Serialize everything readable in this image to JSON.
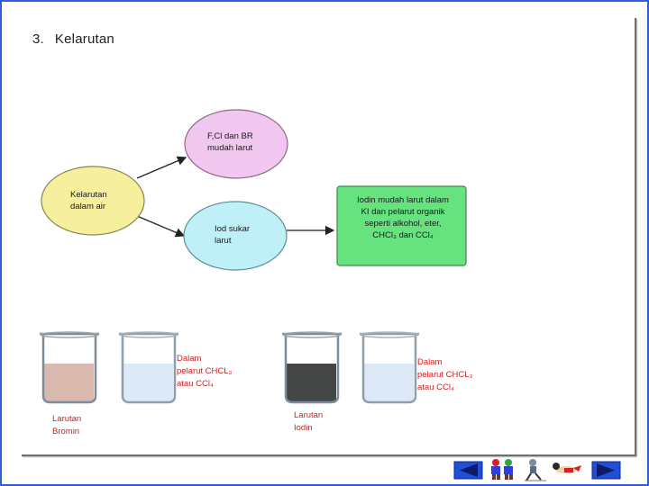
{
  "heading": {
    "number": "3.",
    "title": "Kelarutan"
  },
  "nodes": {
    "start": [
      "Kelarutan",
      "dalam air"
    ],
    "soluble": [
      "F,Cl dan BR",
      "mudah larut"
    ],
    "insoluble": [
      "Iod sukar",
      "larut"
    ],
    "result": [
      "Iodin mudah larut dalam",
      "KI dan pelarut organik",
      "seperti alkohol, eter,",
      "CHCl₃ dan CCl₄"
    ]
  },
  "beakers": [
    {
      "fill": "#d9b9ad",
      "caption": [
        "Larutan",
        "Bromin"
      ]
    },
    {
      "fill": "#dde9f7",
      "caption": [
        "Dalam",
        "pelarut CHCL₃",
        "atau CCl₄"
      ]
    },
    {
      "fill": "#454747",
      "caption": [
        "Larutan",
        "Iodin"
      ]
    },
    {
      "fill": "#dde9f7",
      "caption": [
        "Dalam",
        "pelarut CHCL₃",
        "atau CCl₄"
      ]
    }
  ],
  "colors": {
    "frame": "#2f5fd8",
    "start_node": "#f6ef9e",
    "soluble_node": "#f1c6ef",
    "insoluble_node": "#bff0f7",
    "result_node": "#66e27e",
    "caption": "#d02020",
    "nav": "#1f4fd6"
  },
  "nav": {
    "prev_icon": "left-arrow-icon",
    "next_icon": "right-arrow-icon",
    "decor_icons": [
      "mario-brothers-icon",
      "walking-robot-icon",
      "flying-hero-icon"
    ]
  }
}
